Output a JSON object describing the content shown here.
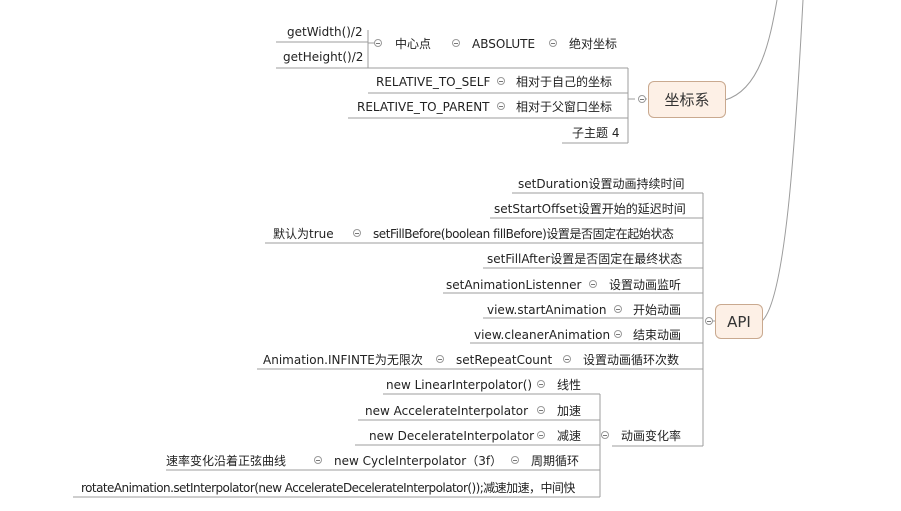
{
  "coord": {
    "title": "坐标系",
    "center_point": "中心点",
    "get_width": "getWidth()/2",
    "get_height": "getHeight()/2",
    "absolute": "ABSOLUTE",
    "absolute_desc": "绝对坐标",
    "relative_self": "RELATIVE_TO_SELF",
    "relative_self_desc": "相对于自己的坐标",
    "relative_parent": "RELATIVE_TO_PARENT",
    "relative_parent_desc": "相对于父窗口坐标",
    "subtopic4": "子主题 4"
  },
  "api": {
    "title": "API",
    "set_duration": "setDuration设置动画持续时间",
    "set_start_offset": "setStartOffset设置开始的延迟时间",
    "fill_before_default": "默认为true",
    "set_fill_before": "setFillBefore(boolean fillBefore)设置是否固定在起始状态",
    "set_fill_after": "setFillAfter设置是否固定在最终状态",
    "set_listener": "setAnimationListenner",
    "set_listener_desc": "设置动画监听",
    "start_animation": "view.startAnimation",
    "start_animation_desc": "开始动画",
    "cleaner_animation": "view.cleanerAnimation",
    "cleaner_animation_desc": "结束动画",
    "repeat_infinite": "Animation.INFINTE为无限次",
    "set_repeat_count": "setRepeatCount",
    "set_repeat_count_desc": "设置动画循环次数",
    "rate": {
      "label": "动画变化率",
      "linear": "new LinearInterpolator()",
      "linear_desc": "线性",
      "accelerate": "new AccelerateInterpolator",
      "accelerate_desc": "加速",
      "decelerate": "new DecelerateInterpolator",
      "decelerate_desc": "减速",
      "cycle": "new CycleInterpolator（3f）",
      "cycle_desc": "周期循环",
      "cycle_note": "速率变化沿着正弦曲线",
      "accel_decel": "rotateAnimation.setInterpolator(new AccelerateDecelerateInterpolator());减速加速，中间快"
    }
  },
  "colors": {
    "line": "#9c9c9c",
    "topic_fill": "#fdf0e6",
    "topic_border": "#c9a98f"
  }
}
